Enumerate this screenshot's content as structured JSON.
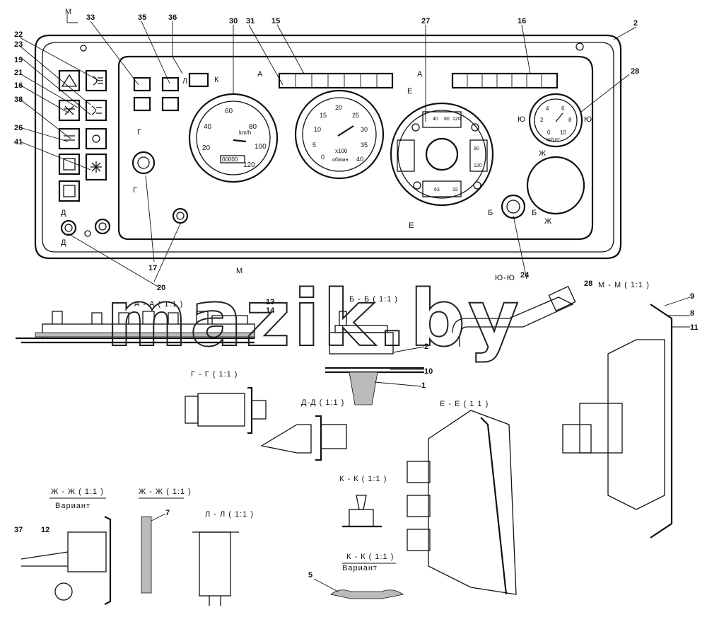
{
  "watermark": "mazik.by",
  "callouts": {
    "c1": "1",
    "c2": "2",
    "c2b": "2",
    "c5": "5",
    "c7": "7",
    "c8": "8",
    "c9": "9",
    "c10": "10",
    "c11": "11",
    "c12": "12",
    "c13": "13",
    "c14": "14",
    "c15": "15",
    "c16": "16",
    "c16b": "16",
    "c17": "17",
    "c19": "19",
    "c20": "20",
    "c21": "21",
    "c22": "22",
    "c23": "23",
    "c24": "24",
    "c26": "26",
    "c27": "27",
    "c28": "28",
    "c28b": "28",
    "c30": "30",
    "c31": "31",
    "c33": "33",
    "c35": "35",
    "c36": "36",
    "c37": "37",
    "c38": "38",
    "c41": "41"
  },
  "section_marks": {
    "m_top": "М",
    "m_bottom": "М",
    "a_left": "А",
    "a_right": "А",
    "e_top": "Е",
    "e_bottom": "Е",
    "g_top": "Г",
    "g_bottom": "Г",
    "d_top": "Д",
    "d_bottom": "Д",
    "yu_left": "Ю",
    "yu_right": "Ю",
    "zh_top": "Ж",
    "zh_bottom": "Ж",
    "b_left": "Б",
    "b_right": "Б",
    "k_mark": "К",
    "l_mark": "Л"
  },
  "sections": {
    "aa": "А - А  ( 1:1 )",
    "bb": "Б - Б  ( 1:1 )",
    "gg": "Г - Г  ( 1:1 )",
    "dd": "Д-Д ( 1:1 )",
    "ee": "Е - Е  ( 1 1 )",
    "mm": "М - М  ( 1:1 )",
    "yuyu": "Ю-Ю",
    "zhzh1": "Ж - Ж  ( 1:1 )",
    "zhzh1_variant": "Вариант",
    "zhzh2": "Ж - Ж  ( 1:1 )",
    "ll": "Л - Л  ( 1:1 )",
    "kk1": "К - К  ( 1:1 )",
    "kk2": "К - К  ( 1:1 )",
    "kk2_variant": "Вариант"
  },
  "speedometer": {
    "ticks": [
      "20",
      "40",
      "60",
      "80",
      "100",
      "120"
    ],
    "unit": "km/h",
    "odometer": "00000"
  },
  "tachometer": {
    "ticks": [
      "0",
      "5",
      "10",
      "15",
      "20",
      "25",
      "30",
      "35",
      "40"
    ],
    "multiplier": "x100",
    "unit": "об/мин"
  },
  "combo_gauge": {
    "ticks_top": [
      "40",
      "80",
      "120"
    ],
    "ticks_right": [
      "80",
      "120"
    ],
    "ticks_bottom": [
      "63",
      "32"
    ]
  },
  "pressure_gauge": {
    "ticks": [
      "0",
      "2",
      "4",
      "6",
      "8",
      "10"
    ],
    "unit": "kgf/cm²"
  }
}
